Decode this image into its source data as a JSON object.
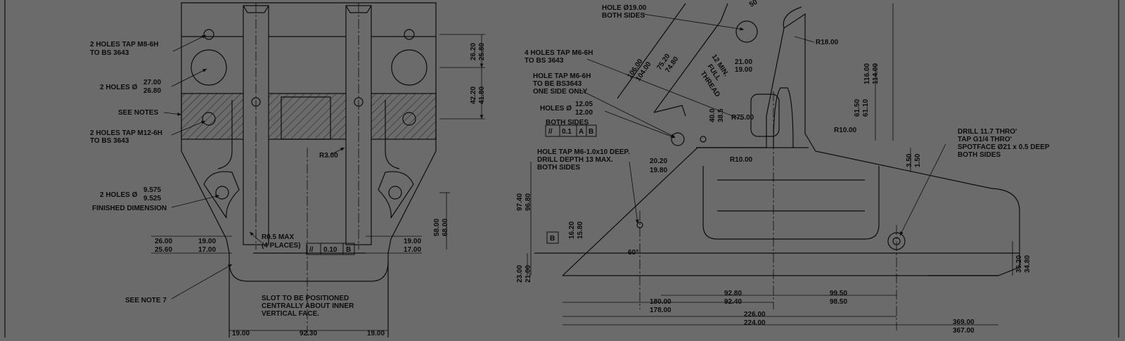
{
  "colors": {
    "background": "#6b6b6b",
    "ink": "#0c0c0c",
    "hatch": "#3e3e3e"
  },
  "left_view": {
    "notes": {
      "tap_m8_a": "2 HOLES TAP M8-6H",
      "tap_m8_b": "TO BS 3643",
      "holes_27_prefix": "2 HOLES Ø",
      "holes_27_upper": "27.00",
      "holes_27_lower": "26.80",
      "see_notes": "SEE NOTES",
      "tap_m12_a": "2 HOLES TAP M12-6H",
      "tap_m12_b": "TO BS 3643",
      "holes_9575_prefix": "2 HOLES Ø",
      "holes_9575_upper": "9.575",
      "holes_9575_lower": "9.525",
      "finished": "FINISHED DIMENSION",
      "see_note_7": "SEE NOTE 7",
      "r05_a": "R0.5 MAX",
      "r05_b": "(4 PLACES)",
      "r3": "R3.00",
      "slot_a": "SLOT TO BE POSITIONED",
      "slot_b": "CENTRALLY ABOUT INNER",
      "slot_c": "VERTICAL FACE."
    },
    "dims": {
      "d26_20": "26.20",
      "d25_80": "25.80",
      "d42_20": "42.20",
      "d41_80": "41.80",
      "d58_00": "58.00",
      "d68_00": "68.00",
      "d26_00": "26.00",
      "d25_60": "25.60",
      "d19_00a": "19.00",
      "d17_00a": "17.00",
      "d19_00b": "19.00",
      "d17_00b": "17.00",
      "d19_bottom_l": "19.00",
      "d92_30": "92.30",
      "d19_bottom_r": "19.00"
    },
    "fcf": {
      "symbol": "//",
      "value": "0.10",
      "datum": "B"
    }
  },
  "right_view": {
    "notes": {
      "hole19_a": "HOLE Ø19.00",
      "hole19_b": "BOTH SIDES",
      "tap4_a": "4 HOLES TAP M6-6H",
      "tap4_b": "TO BS 3643",
      "tapone_a": "HOLE TAP M6-6H",
      "tapone_b": "TO BE BS3643",
      "tapone_c": "ONE SIDE ONLY",
      "holes12_prefix": "HOLES Ø",
      "holes12_upper": "12.05",
      "holes12_lower": "12.00",
      "both_sides": "BOTH SIDES",
      "m6deep_a": "HOLE TAP M6-1.0x10 DEEP.",
      "m6deep_b": "DRILL DEPTH 13 MAX.",
      "m6deep_c": "BOTH SIDES",
      "drill_a": "DRILL 11.7 THRO'",
      "drill_b": "TAP G1/4 THRO'",
      "drill_c": "SPOTFACE Ø21 x 0.5 DEEP",
      "drill_d": "BOTH SIDES",
      "thread_a": "12 MIN.",
      "thread_b": "FULL",
      "thread_c": "THREAD",
      "angle": "60°",
      "datum_b": "B"
    },
    "dims": {
      "d50": "50",
      "r18": "R18.00",
      "d106": "106.00",
      "d104": "104.00",
      "d75_20": "75.20",
      "d74_80": "74.80",
      "d21_00": "21.00",
      "d19_00": "19.00",
      "d116": "116.00",
      "d114": "114.00",
      "d61_50": "61.50",
      "d61_10": "61.10",
      "d40_0": "40.0",
      "d38_5": "38.5",
      "r75": "R75.00",
      "r10a": "R10.00",
      "r10b": "R10.00",
      "d3_50": "3.50",
      "d1_50": "1.50",
      "d20_20": "20.20",
      "d19_80": "19.80",
      "d97_40": "97.40",
      "d96_80": "96.80",
      "d16_20": "16.20",
      "d15_80": "15.80",
      "d23_00": "23.00",
      "d21_00b": "21.00",
      "d35_20": "35.20",
      "d34_80": "34.80",
      "d180": "180.00",
      "d178": "178.00",
      "d92_80": "92.80",
      "d92_40": "92.40",
      "d99_50": "99.50",
      "d98_50": "98.50",
      "d226": "226.00",
      "d224": "224.00",
      "d369": "369.00",
      "d367": "367.00"
    },
    "fcf": {
      "symbol": "//",
      "value": "0.1",
      "datum1": "A",
      "datum2": "B"
    }
  }
}
